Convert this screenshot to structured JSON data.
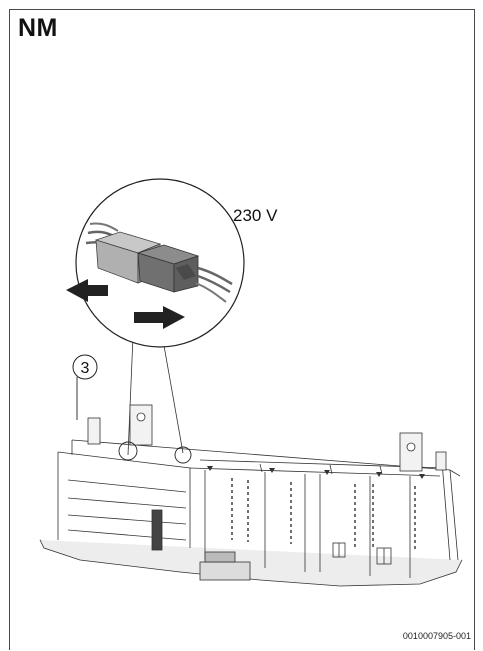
{
  "header": {
    "title": "NM"
  },
  "diagram": {
    "voltage_label": "230 V",
    "callout_number": "3",
    "figure_id": "0010007905-001"
  }
}
